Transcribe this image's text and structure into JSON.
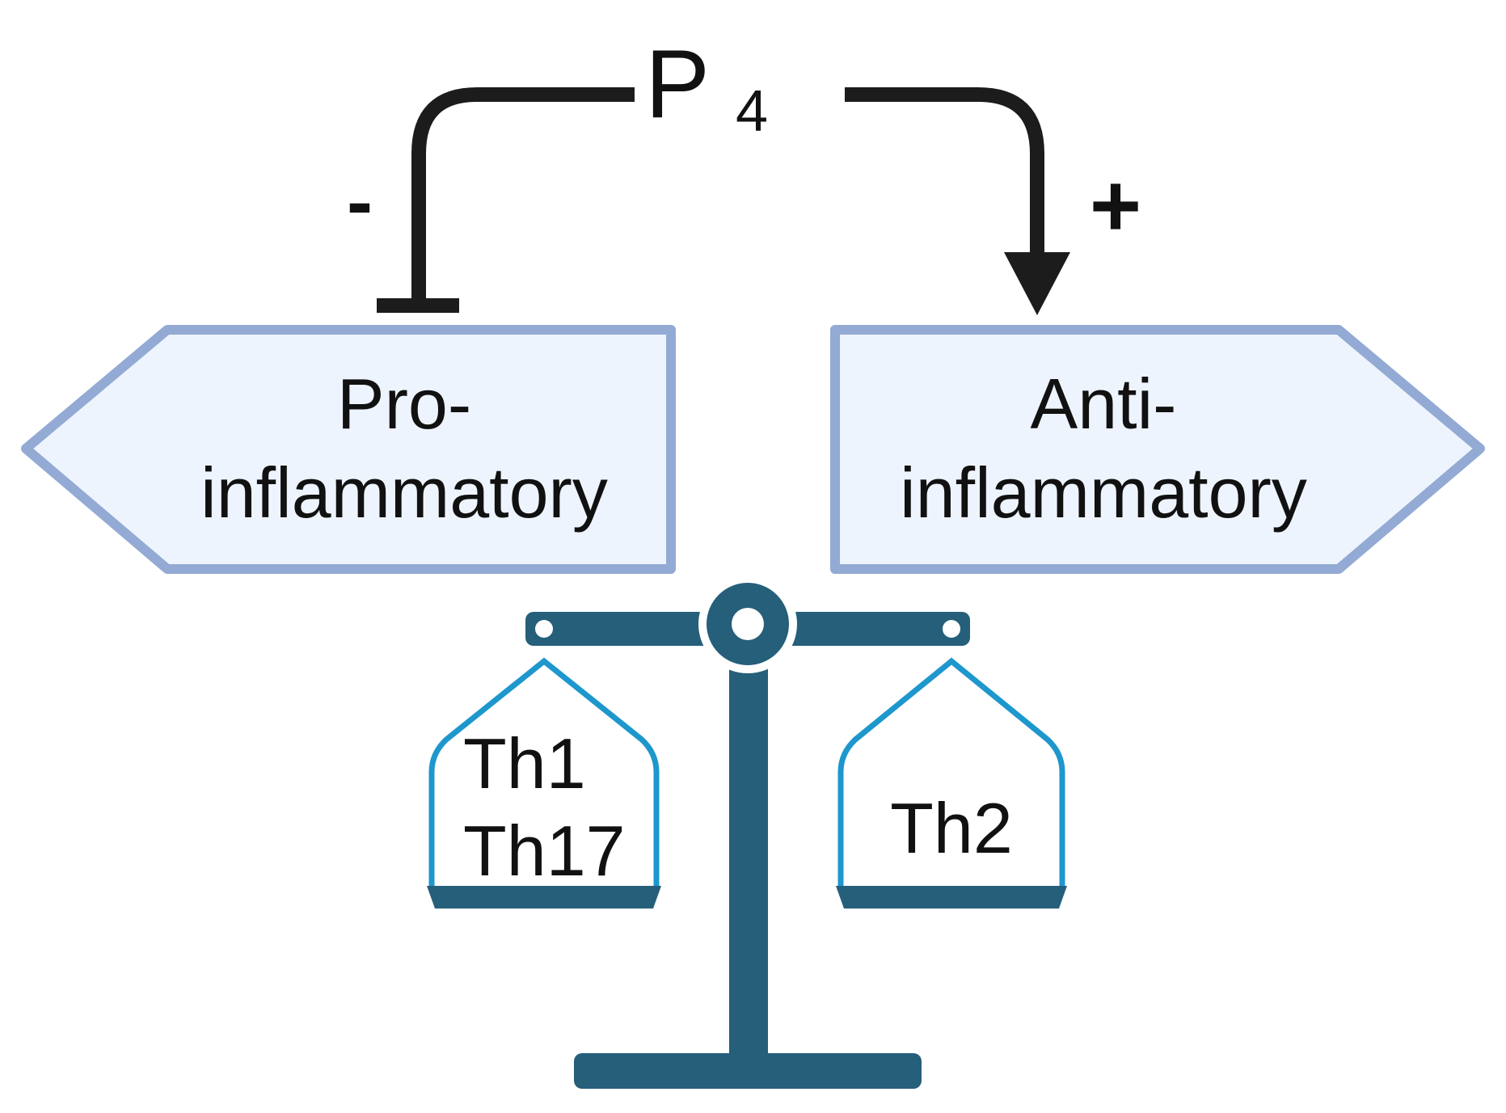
{
  "hormone": {
    "symbol": "P",
    "subscript": "4"
  },
  "effects": {
    "inhibit_sign": "-",
    "promote_sign": "+"
  },
  "signs": {
    "left": {
      "line1": "Pro-",
      "line2": "inflammatory"
    },
    "right": {
      "line1": "Anti-",
      "line2": "inflammatory"
    }
  },
  "pans": {
    "left": {
      "line1": "Th1",
      "line2": "Th17"
    },
    "right": {
      "line1": "Th2"
    }
  },
  "colors": {
    "arrow": "#1c1c1c",
    "sign_border": "#93aad4",
    "sign_fill": "#eef4fd",
    "scale": "#255f7a",
    "pan_outline": "#1e97cd"
  }
}
